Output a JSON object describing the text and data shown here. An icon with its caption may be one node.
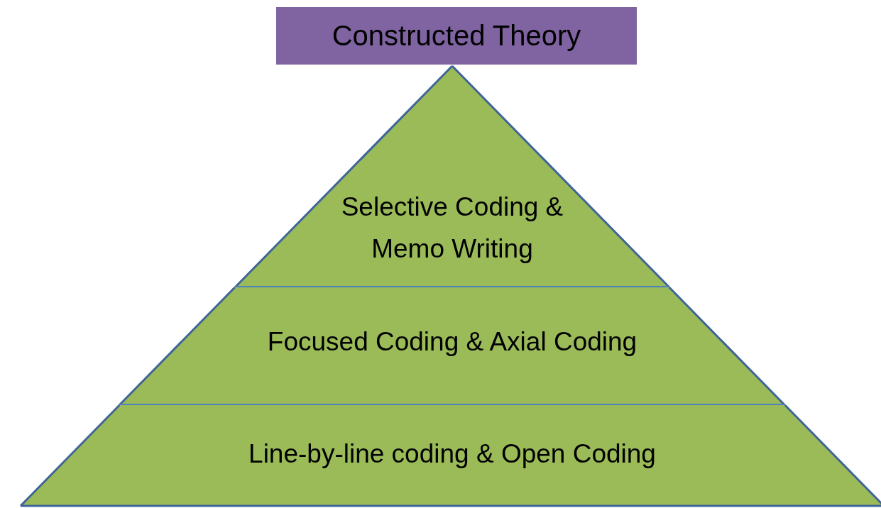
{
  "diagram": {
    "nodes": [
      {
        "text": [
          "Constructed Theory"
        ]
      },
      {
        "text": [
          "Selective Coding & Memo Writing"
        ]
      },
      {
        "text": [
          "Focused Coding & Axial Coding"
        ]
      },
      {
        "text": [
          "Line-by-line coding & Open Coding"
        ]
      }
    ]
  }
}
